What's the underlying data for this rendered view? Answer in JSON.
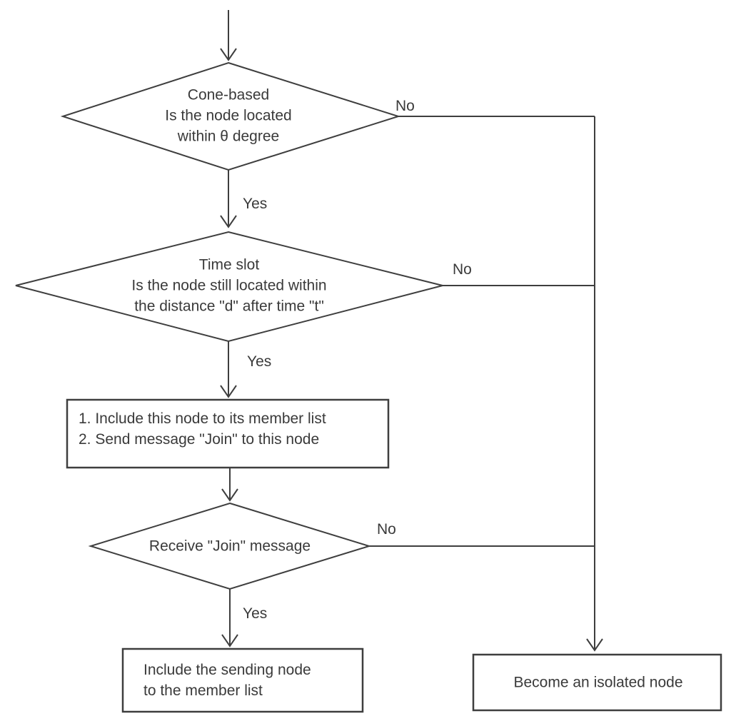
{
  "diagram": {
    "type": "flowchart",
    "background": "#ffffff",
    "stroke_color": "#3e3e3e",
    "text_color": "#3a3a3a",
    "nodes": {
      "cone_decision": "Cone-based\nIs the node located\nwithin θ degree",
      "timeslot_decision": "Time slot\nIs the node still located within\nthe distance \"d\" after time \"t\"",
      "include_member_process": "1. Include this node to its member list\n2. Send message \"Join\" to this node",
      "receive_join_decision": "Receive \"Join\" message",
      "include_sender_process": "Include the sending node\nto the member list",
      "isolated_node_process": "Become an isolated node"
    },
    "edge_labels": {
      "cone_no": "No",
      "cone_yes": "Yes",
      "timeslot_no": "No",
      "timeslot_yes": "Yes",
      "receive_no": "No",
      "receive_yes": "Yes"
    }
  }
}
